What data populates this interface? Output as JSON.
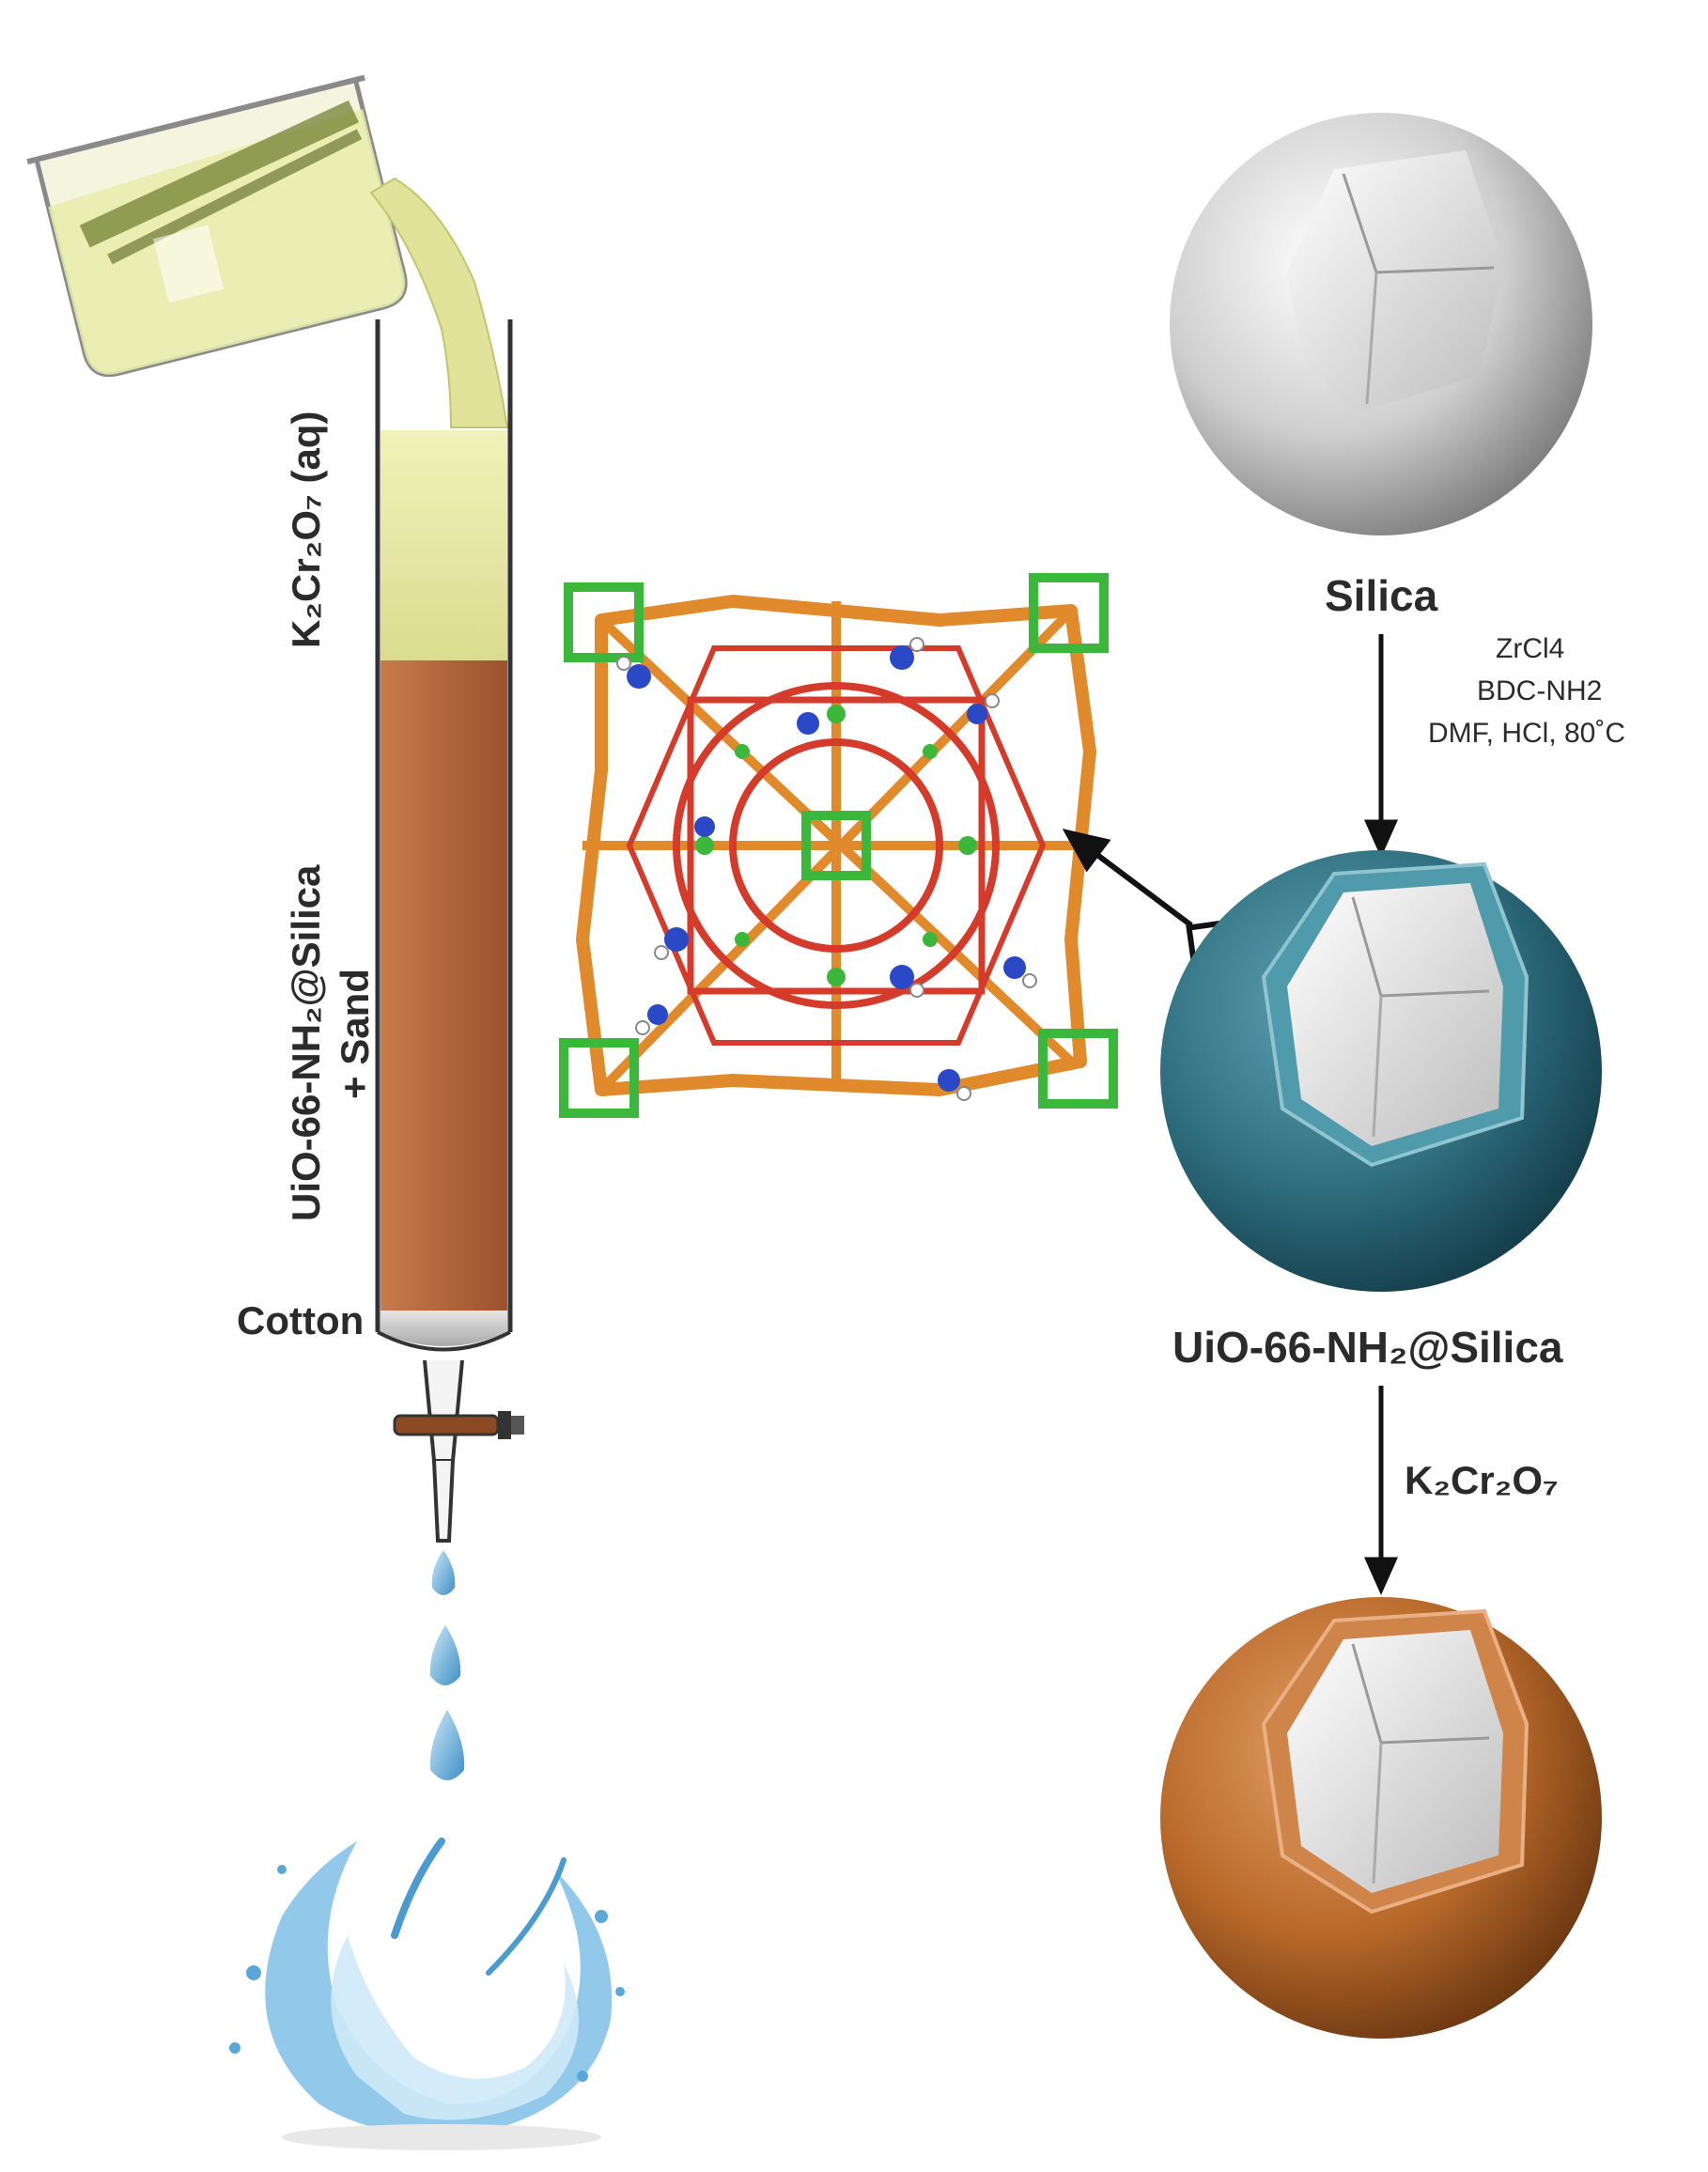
{
  "column": {
    "liquid_label": "K₂Cr₂O₇ (aq)",
    "packing_label_line1": "UiO-66-NH₂@Silica",
    "packing_label_line2": "+ Sand",
    "cotton_label": "Cotton"
  },
  "spheres": {
    "silica_label": "Silica",
    "coated_label": "UiO-66-NH₂@Silica"
  },
  "steps": {
    "synthesis_conditions": [
      "ZrCl4",
      "BDC-NH2",
      "DMF, HCl, 80˚C"
    ],
    "adsorption_reagent": "K₂Cr₂O₇"
  },
  "colors": {
    "silica": "#c9c9c9",
    "mof_coating": "#2f6f80",
    "chromate_loaded": "#b8692a",
    "packing": "#b86a3e",
    "solution": "#e3e6a0",
    "water": "#5aa8d8"
  }
}
